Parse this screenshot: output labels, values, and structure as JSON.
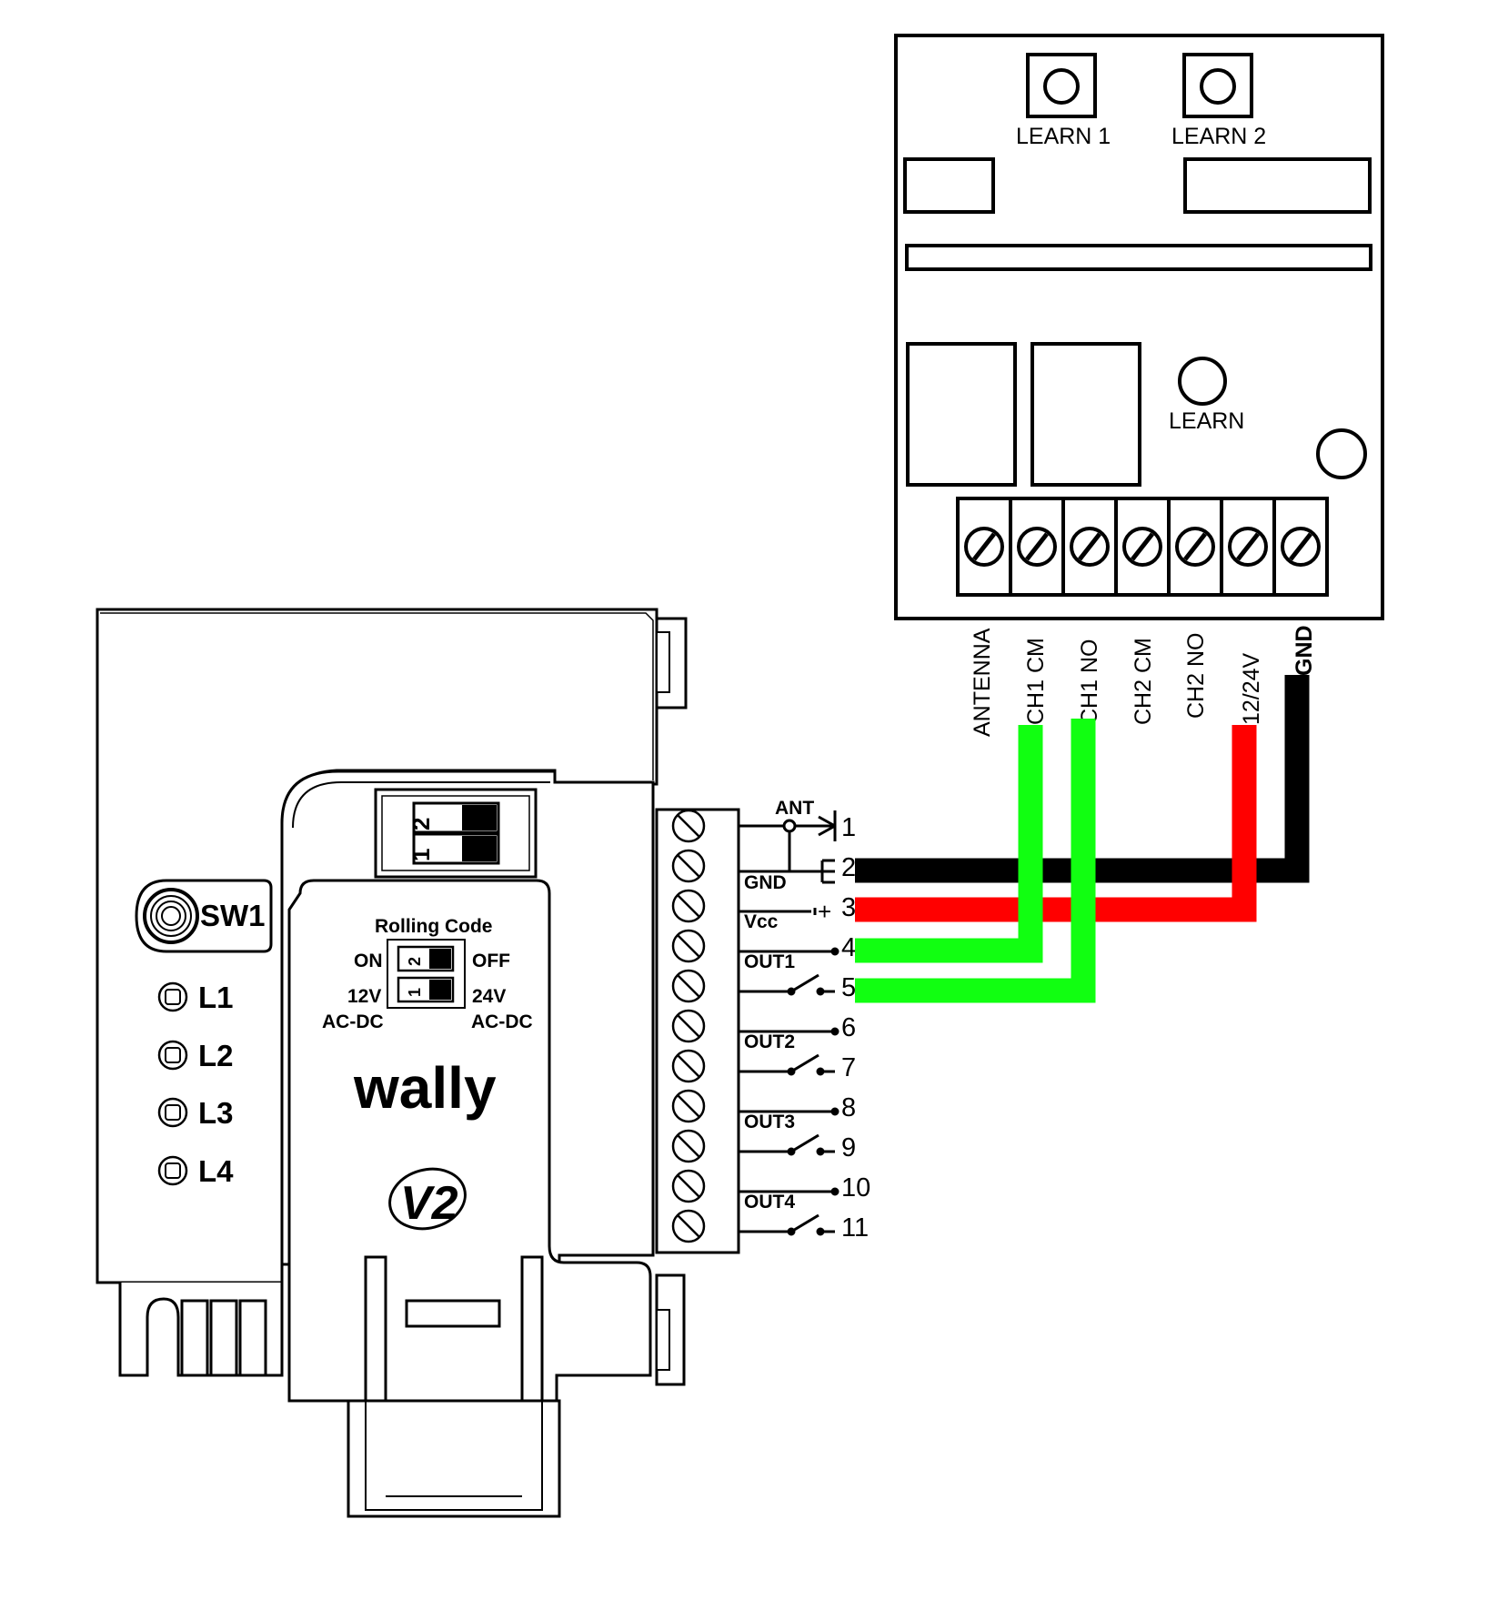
{
  "receiver": {
    "learn1": "LEARN 1",
    "learn2": "LEARN 2",
    "learn": "LEARN",
    "terminals": [
      "ANTENNA",
      "CH1 CM",
      "CH1 NO",
      "CH2 CM",
      "CH2 NO",
      "12/24V",
      "GND"
    ]
  },
  "controller": {
    "sw1": "SW1",
    "leds": [
      "L1",
      "L2",
      "L3",
      "L4"
    ],
    "dip_top": [
      "2",
      "1"
    ],
    "rolling_code": "Rolling Code",
    "dip_on": "ON",
    "dip_off": "OFF",
    "dip_12v": "12V",
    "dip_24v": "24V",
    "dip_acdc_left": "AC-DC",
    "dip_acdc_right": "AC-DC",
    "dip_switch_numbers": [
      "2",
      "1"
    ],
    "brand": "wally",
    "logo_text": "V2"
  },
  "terminal_block": {
    "labels": {
      "ant": "ANT",
      "gnd": "GND",
      "vcc": "Vcc",
      "plus": "+",
      "out1": "OUT1",
      "out2": "OUT2",
      "out3": "OUT3",
      "out4": "OUT4"
    },
    "numbers": [
      "1",
      "2",
      "3",
      "4",
      "5",
      "6",
      "7",
      "8",
      "9",
      "10",
      "11"
    ]
  },
  "wire_colors": {
    "gnd": "#000000",
    "power": "#ff0000",
    "ch1_cm": "#11ff11",
    "ch1_no": "#11ff11"
  }
}
